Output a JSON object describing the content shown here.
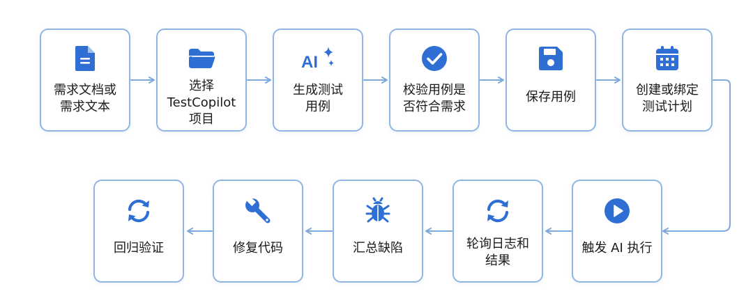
{
  "colors": {
    "accent": "#2f6fd4",
    "border": "#8fb5e3",
    "arrow": "#7fa8dd"
  },
  "steps": [
    {
      "icon": "document-icon",
      "label": "需求文档或\n需求文本"
    },
    {
      "icon": "folder-icon",
      "label": "选择\nTestCopilot\n项目"
    },
    {
      "icon": "ai-sparkle-icon",
      "icon_text": "AI",
      "label": "生成测试\n用例"
    },
    {
      "icon": "check-circle-icon",
      "label": "校验用例是\n否符合需求"
    },
    {
      "icon": "save-icon",
      "label": "保存用例"
    },
    {
      "icon": "calendar-icon",
      "label": "创建或绑定\n测试计划"
    },
    {
      "icon": "play-icon",
      "label": "触发 AI 执行"
    },
    {
      "icon": "refresh-icon",
      "label": "轮询日志和\n结果"
    },
    {
      "icon": "bug-icon",
      "label": "汇总缺陷"
    },
    {
      "icon": "wrench-icon",
      "label": "修复代码"
    },
    {
      "icon": "refresh-icon",
      "label": "回归验证"
    }
  ]
}
